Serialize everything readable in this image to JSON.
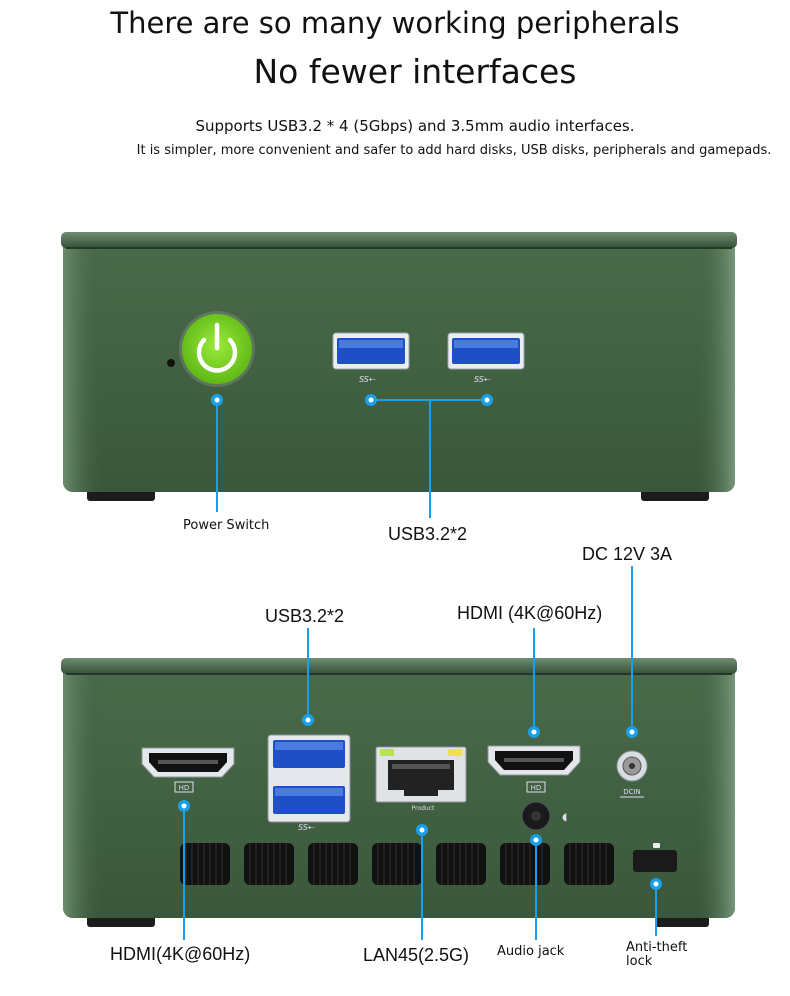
{
  "header": {
    "line1": "There are so many working peripherals",
    "line2": "No fewer interfaces",
    "line3": "Supports USB3.2 * 4 (5Gbps) and 3.5mm audio interfaces.",
    "line4": "It is simpler, more convenient and safer to add hard disks, USB disks, peripherals and gamepads."
  },
  "front_panel": {
    "power_label": "Power Switch",
    "usb_label": "USB3.2*2",
    "usb_logo": "SS"
  },
  "rear_panel": {
    "usb_label": "USB3.2*2",
    "hdmi_top_label": "HDMI (4K@60Hz)",
    "dc_label": "DC 12V 3A",
    "hdmi_bottom_label": "HDMI(4K@60Hz)",
    "lan_label": "LAN45(2.5G)",
    "audio_label": "Audio jack",
    "lock_label_1": "Anti-theft",
    "lock_label_2": "lock",
    "hd_badge": "HD",
    "dcin_text": "DCIN",
    "product_text": "Product"
  },
  "colors": {
    "case": "#3f5d3f",
    "case_dark": "#2c452d",
    "accent": "#1aa0e8",
    "power": "#7ed321",
    "usb_blue": "#1f4fc4"
  }
}
